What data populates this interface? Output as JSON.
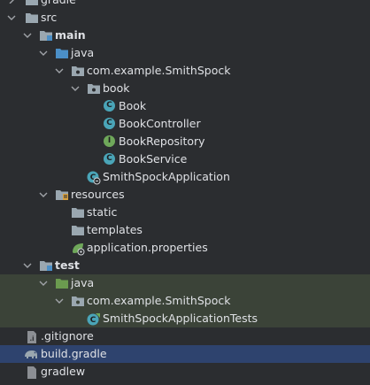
{
  "tree": {
    "gradle_folder": "gradle",
    "src": "src",
    "main": "main",
    "java": "java",
    "package": "com.example.SmithSpock",
    "book": "book",
    "book_class": "Book",
    "book_controller": "BookController",
    "book_repository": "BookRepository",
    "book_service": "BookService",
    "app": "SmithSpockApplication",
    "resources": "resources",
    "static": "static",
    "templates": "templates",
    "app_props": "application.properties",
    "test": "test",
    "test_java": "java",
    "test_package": "com.example.SmithSpock",
    "app_tests": "SmithSpockApplicationTests",
    "gitignore": ".gitignore",
    "build_gradle": "build.gradle",
    "gradlew": "gradlew"
  },
  "badges": {
    "class_letter": "C",
    "interface_letter": "I"
  },
  "colors": {
    "background": "#2b2d30",
    "test_row_bg": "#3b4338",
    "selected_bg": "#2e436e",
    "folder": "#9aa7b0",
    "source_folder": "#4b8fc7",
    "test_folder": "#6b9b4f",
    "class_badge": "#4aa5b8",
    "interface_badge": "#6fa85a"
  }
}
